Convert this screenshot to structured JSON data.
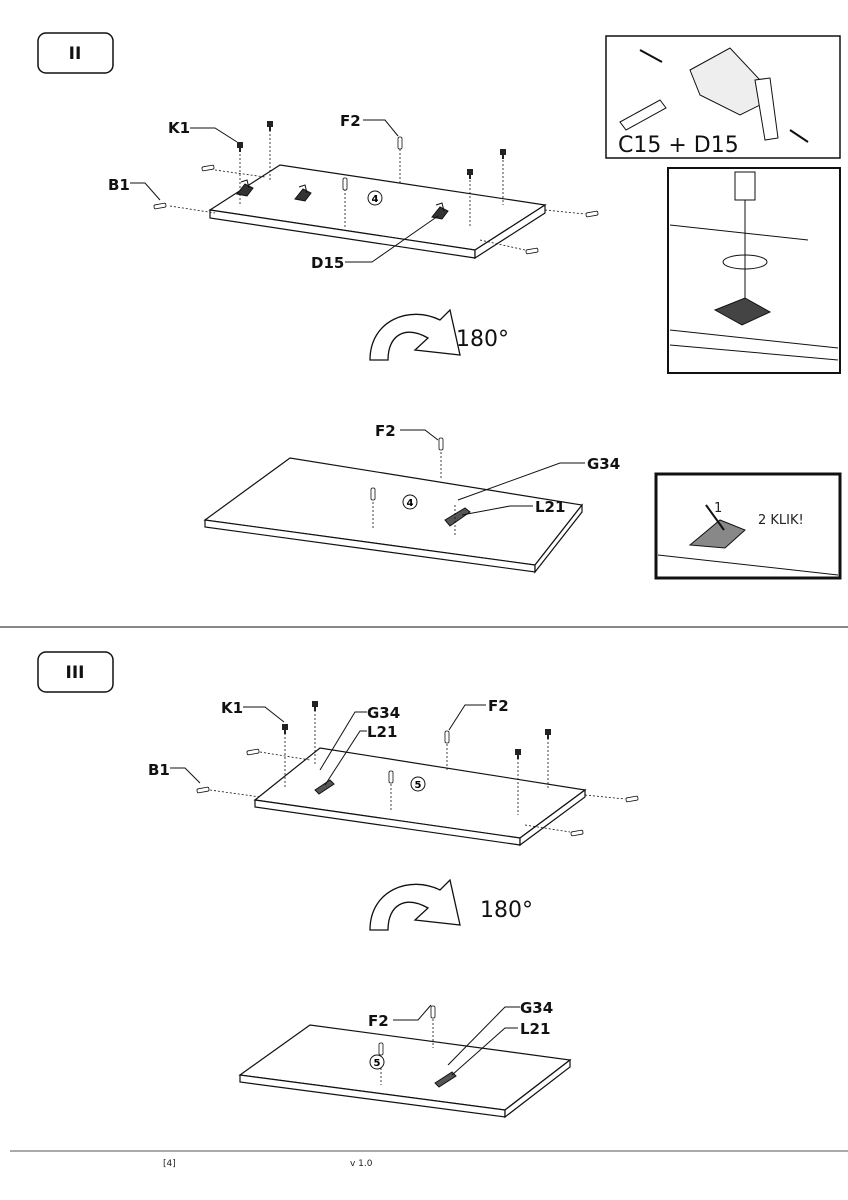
{
  "steps": {
    "step2": {
      "number": "II",
      "top_board": {
        "labels": {
          "k1": "K1",
          "f2": "F2",
          "b1": "B1",
          "d15": "D15"
        },
        "panel_number": "4"
      },
      "rotation": "180°",
      "bottom_board": {
        "labels": {
          "f2": "F2",
          "g34": "G34",
          "l21": "L21"
        },
        "panel_number": "4"
      },
      "hinge_detail": {
        "caption": "C15 + D15"
      },
      "click_detail": {
        "step1": "1",
        "step2": "2 KLIK!"
      }
    },
    "step3": {
      "number": "III",
      "top_board": {
        "labels": {
          "k1": "K1",
          "g34": "G34",
          "l21": "L21",
          "f2": "F2",
          "b1": "B1"
        },
        "panel_number": "5"
      },
      "rotation": "180°",
      "bottom_board": {
        "labels": {
          "f2": "F2",
          "g34": "G34",
          "l21": "L21"
        },
        "panel_number": "5"
      }
    }
  },
  "footer": {
    "page": "[4]",
    "version": "v 1.0"
  }
}
